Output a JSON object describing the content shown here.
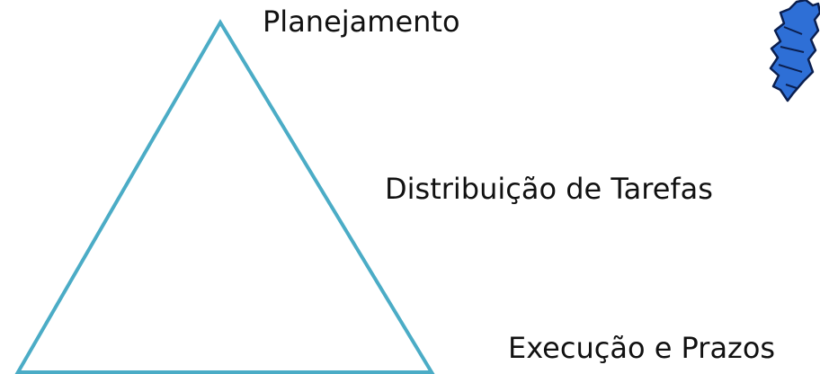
{
  "diagram": {
    "labels": {
      "top": "Planejamento",
      "middle": "Distribuição de Tarefas",
      "bottom": "Execução e Prazos"
    },
    "triangle_stroke_color": "#4BACC6",
    "clipart_icon": "blue-clipart-icon",
    "clipart_colors": {
      "fill": "#2E6FD6",
      "outline": "#0B1F4F"
    }
  }
}
